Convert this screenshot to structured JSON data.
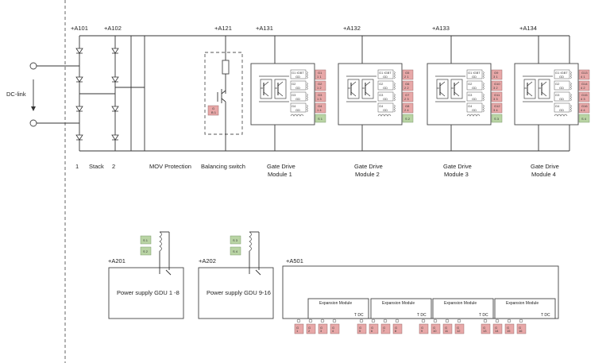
{
  "dc_link_label": "DC-link",
  "stack": {
    "left_num": "1",
    "label": "Stack",
    "right_num": "2"
  },
  "designators": {
    "a101": "+A101",
    "a102": "+A102",
    "a121": "+A121",
    "a131": "+A131",
    "a132": "+A132",
    "a133": "+A133",
    "a134": "+A134",
    "a201": "+A201",
    "a202": "+A202",
    "a501": "+A501"
  },
  "captions": {
    "mov": "MOV Protection",
    "balancing": "Balancing switch"
  },
  "gate_modules": [
    {
      "line1": "Gate Drive",
      "line2": "Module 1",
      "slots": [
        "G1 IGBT",
        "G2",
        "G3",
        "G4"
      ],
      "tags": [
        "G1",
        "G2",
        "G3",
        "G4"
      ]
    },
    {
      "line1": "Gate Drive",
      "line2": "Module 2",
      "slots": [
        "G1 IGBT",
        "G2",
        "G3",
        "G4"
      ],
      "tags": [
        "G5",
        "G6",
        "G7",
        "G8"
      ]
    },
    {
      "line1": "Gate Drive",
      "line2": "Module 3",
      "slots": [
        "G1 IGBT",
        "G2",
        "G3",
        "G4"
      ],
      "tags": [
        "G9",
        "G10",
        "G11",
        "G12"
      ]
    },
    {
      "line1": "Gate Drive",
      "line2": "Module 4",
      "slots": [
        "G1 IGBT",
        "G2",
        "G3",
        "G4"
      ],
      "tags": [
        "G13",
        "G14",
        "G15",
        "G16"
      ]
    }
  ],
  "power_supplies": [
    {
      "label": "Power supply GDU 1 -8"
    },
    {
      "label": "Power supply GDU 9-16"
    }
  ],
  "expansion_modules": [
    {
      "label": "Expansion Module",
      "tdc": "T DC"
    },
    {
      "label": "Expansion Module",
      "tdc": "T DC"
    },
    {
      "label": "Expansion Module",
      "tdc": "T DC"
    },
    {
      "label": "Expansion Module",
      "tdc": "T DC"
    }
  ],
  "colors": {
    "red_tag": "#e8a8a8",
    "green_tag": "#b9d4a4",
    "line": "#333333"
  }
}
